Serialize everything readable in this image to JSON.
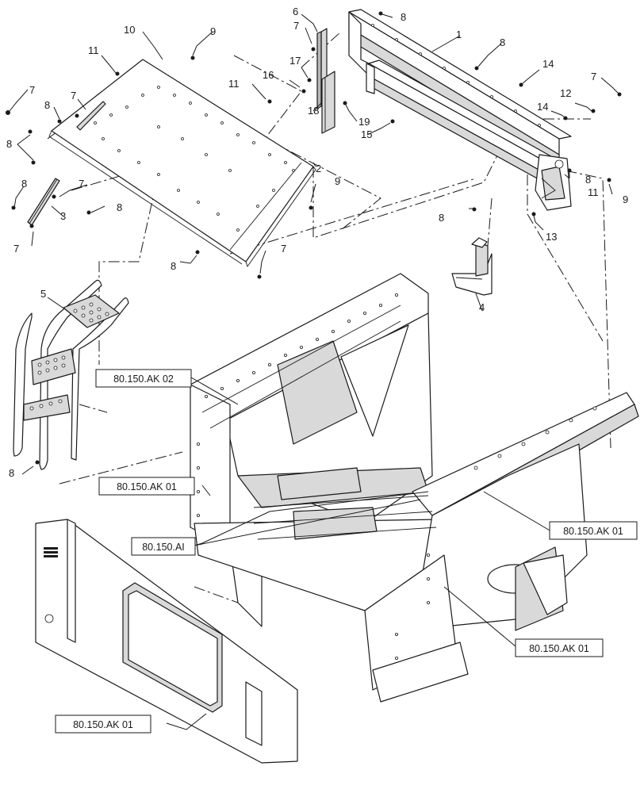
{
  "callouts": {
    "c1": "1",
    "c2": "2",
    "c3": "3",
    "c4": "4",
    "c5": "5",
    "c6": "6",
    "c7a": "7",
    "c7b": "7",
    "c7c": "7",
    "c7d": "7",
    "c7e": "7",
    "c7f": "7",
    "c7g": "7",
    "c8a": "8",
    "c8b": "8",
    "c8c": "8",
    "c8d": "8",
    "c8e": "8",
    "c8f": "8",
    "c8g": "8",
    "c8h": "8",
    "c8i": "8",
    "c8j": "8",
    "c9a": "9",
    "c9b": "9",
    "c9c": "9",
    "c10": "10",
    "c11a": "11",
    "c11b": "11",
    "c11c": "11",
    "c12": "12",
    "c13": "13",
    "c14a": "14",
    "c14b": "14",
    "c15": "15",
    "c16": "16",
    "c17": "17",
    "c18": "18",
    "c19": "19"
  },
  "references": {
    "ak02": "80.150.AK 02",
    "ak01_left": "80.150.AK 01",
    "ai": "80.150.AI",
    "ak01_right": "80.150.AK 01",
    "ak01_mid": "80.150.AK 01",
    "ak01_bottom": "80.150.AK 01"
  }
}
